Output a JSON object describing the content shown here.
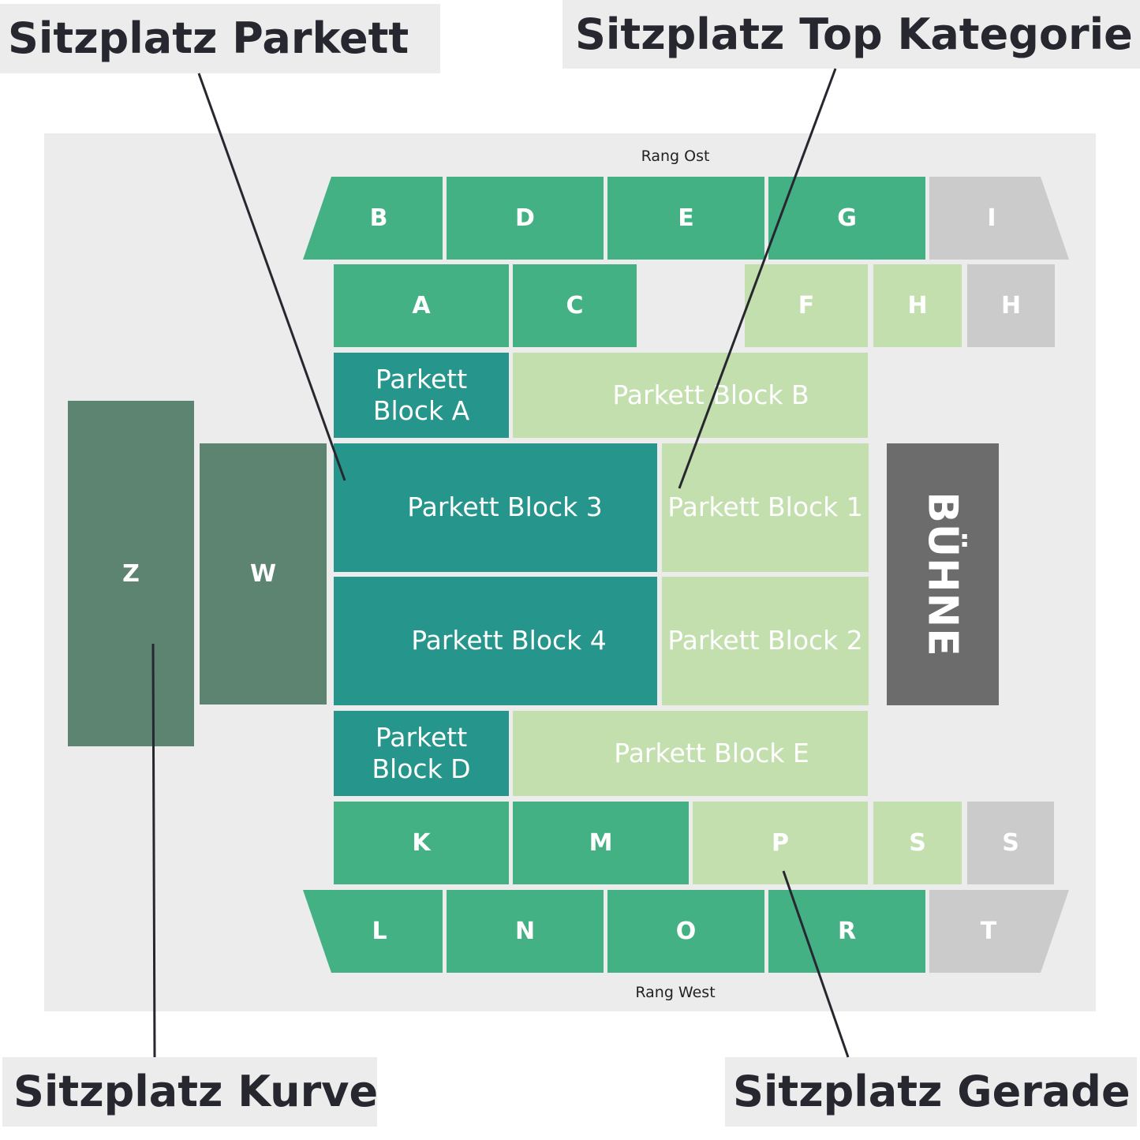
{
  "labels": {
    "parkett": "Sitzplatz Parkett",
    "top": "Sitzplatz Top Kategorie",
    "kurve": "Sitzplatz Kurve",
    "gerade": "Sitzplatz Gerade"
  },
  "rang_ost": "Rang Ost",
  "rang_west": "Rang West",
  "stage": "BÜHNE",
  "blocks": {
    "B": "B",
    "D": "D",
    "E": "E",
    "G": "G",
    "I": "I",
    "A": "A",
    "C": "C",
    "F": "F",
    "H1": "H",
    "H2": "H",
    "pa": "Parkett\nBlock A",
    "pb": "Parkett Block B",
    "p3": "Parkett Block 3",
    "p1": "Parkett Block 1",
    "p4": "Parkett Block 4",
    "p2": "Parkett Block 2",
    "pd": "Parkett\nBlock D",
    "pe": "Parkett Block E",
    "K": "K",
    "M": "M",
    "P": "P",
    "S1": "S",
    "S2": "S",
    "L": "L",
    "N": "N",
    "O": "O",
    "R": "R",
    "T": "T",
    "Z": "Z",
    "W": "W"
  },
  "colors": {
    "seat_green": "#43b184",
    "light_green": "#c3dfae",
    "parkett_teal": "#26968c",
    "kurve_green": "#5d8471",
    "unavailable_grey": "#cbcbcb",
    "stage_grey": "#6c6c6c"
  }
}
